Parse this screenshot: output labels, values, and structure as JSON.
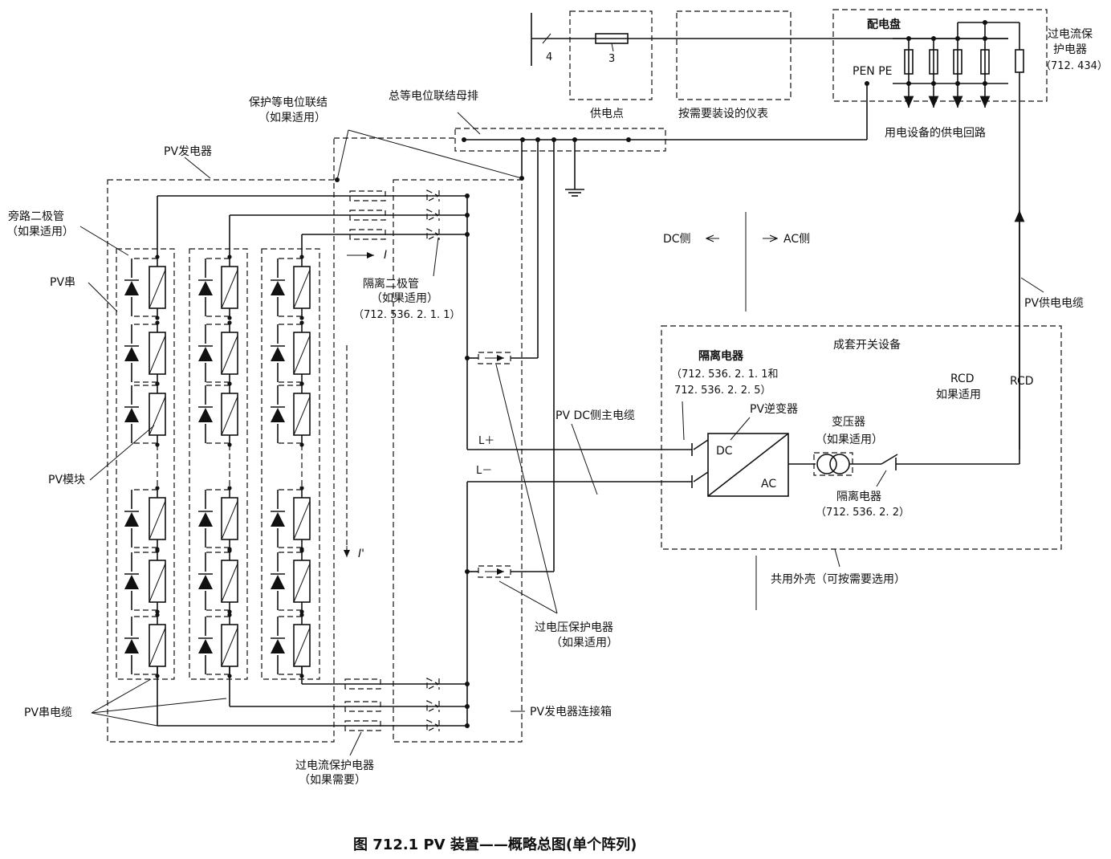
{
  "caption": "图 712.1   PV 装置——概略总图(单个阵列)",
  "labels": {
    "supply_4": "4",
    "supply_3": "3",
    "supply_point": "供电点",
    "meter": "按需要装设的仪表",
    "distribution_board": "配电盘",
    "pen_pe": "PEN PE",
    "ocp_dist_l1": "过电流保",
    "ocp_dist_l2": "护电器",
    "ocp_dist_l3": "（712. 434）",
    "consumer_circuits": "用电设备的供电回路",
    "main_busbar": "总等电位联结母排",
    "prot_bond_l1": "保护等电位联结",
    "prot_bond_l2": "（如果适用）",
    "pv_generator": "PV发电器",
    "bypass_l1": "旁路二极管",
    "bypass_l2": "（如果适用）",
    "pv_string": "PV串",
    "pv_module": "PV模块",
    "current_i": "I",
    "current_i_prime": "I'",
    "block_l1": "隔离二极管",
    "block_l2": "（如果适用）",
    "block_l3": "（712. 536. 2. 1. 1）",
    "dc_side": "DC侧",
    "ac_side": "AC侧",
    "pv_supply_cable": "PV供电电缆",
    "switchgear": "成套开关设备",
    "isol_l1": "隔离电器",
    "isol_l2": "（712. 536. 2. 1. 1和",
    "isol_l3": "712. 536. 2. 2. 5）",
    "inverter": "PV逆变器",
    "inv_dc": "DC",
    "inv_ac": "AC",
    "transformer_l1": "变压器",
    "transformer_l2": "（如果适用）",
    "rcd_note_l1": "RCD",
    "rcd_note_l2": "如果适用",
    "rcd": "RCD",
    "isol2_l1": "隔离电器",
    "isol2_l2": "（712. 536. 2. 2）",
    "dc_main_cable": "PV DC侧主电缆",
    "l_plus": "L＋",
    "l_minus": "L－",
    "enclosure": "共用外壳（可按需要选用）",
    "spd_l1": "过电压保护电器",
    "spd_l2": "（如果适用）",
    "string_cable": "PV串电缆",
    "junction_box": "PV发电器连接箱",
    "ocp_string_l1": "过电流保护电器",
    "ocp_string_l2": "（如果需要）"
  }
}
